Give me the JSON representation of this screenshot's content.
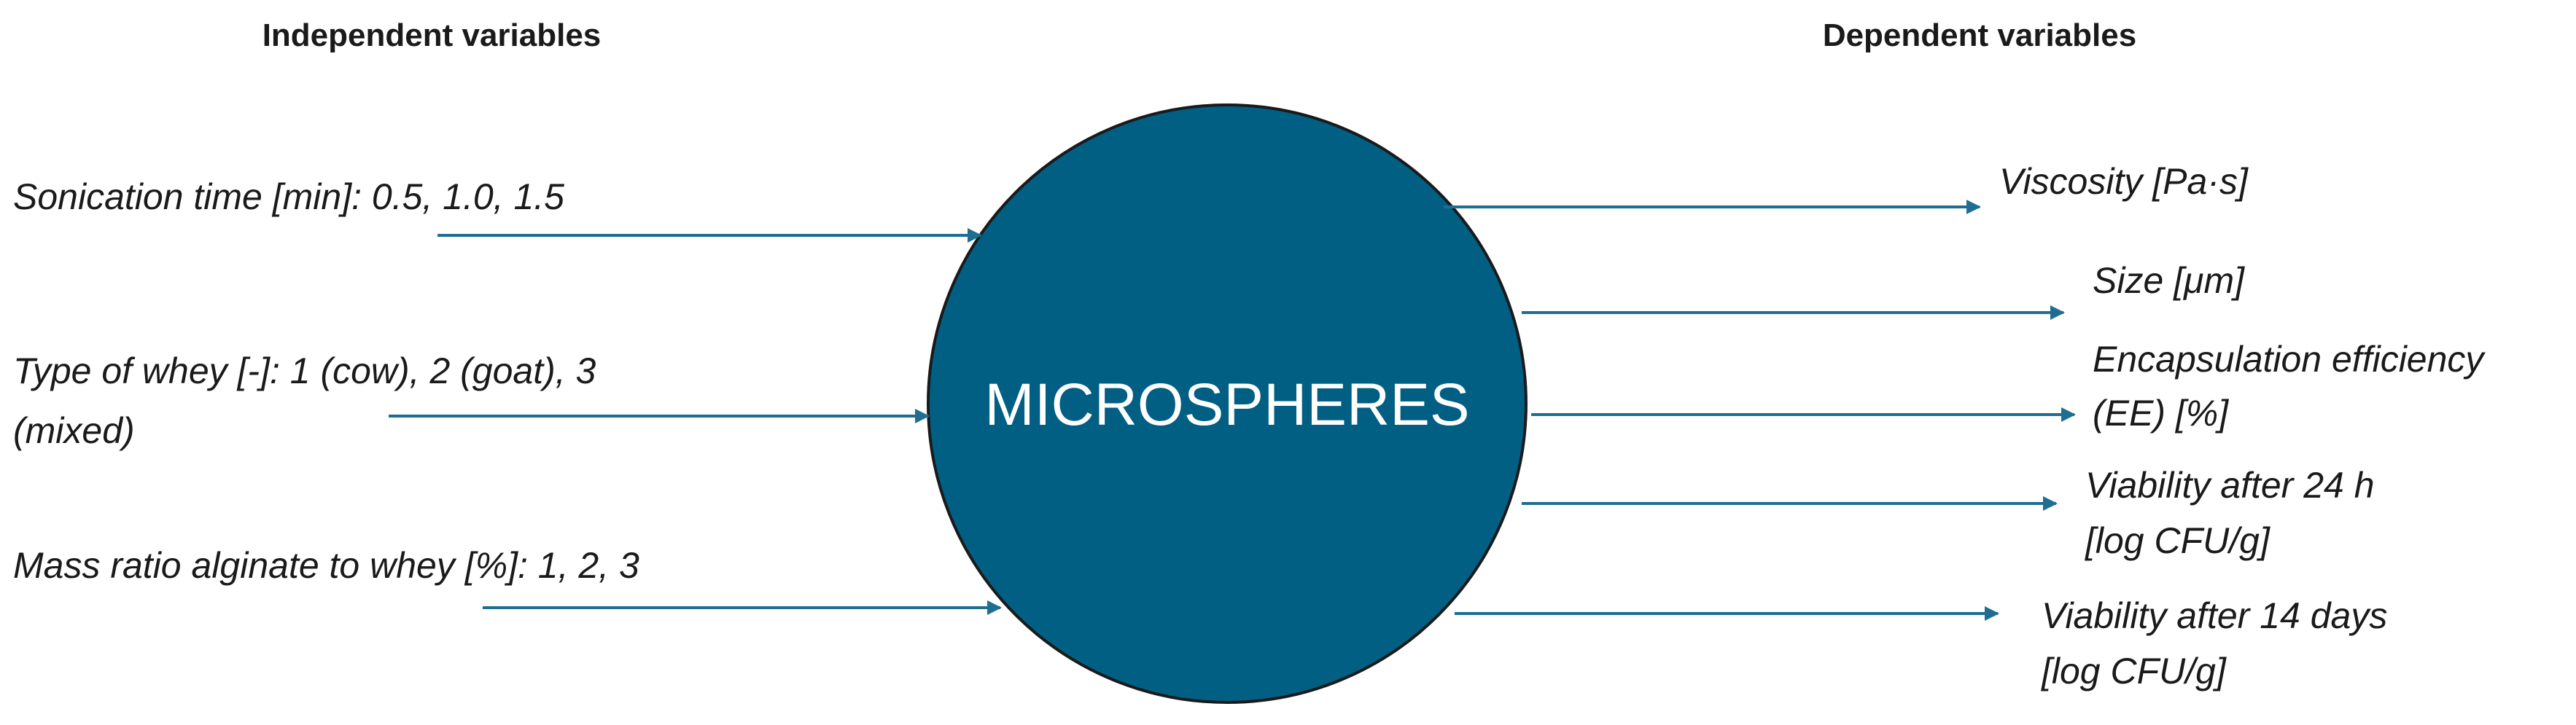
{
  "headings": {
    "independent": "Independent variables",
    "dependent": "Dependent variables"
  },
  "center": {
    "label": "MICROSPHERES",
    "fill_color": "#005f83",
    "stroke_color": "#1a1a1a"
  },
  "arrow_color": "#1f6e91",
  "inputs": [
    {
      "lines": [
        "Sonication time [min]: 0.5, 1.0, 1.5"
      ]
    },
    {
      "lines": [
        "Type of whey [-]: 1 (cow), 2 (goat), 3",
        "(mixed)"
      ]
    },
    {
      "lines": [
        "Mass ratio alginate to whey [%]: 1, 2, 3"
      ]
    }
  ],
  "outputs": [
    {
      "lines": [
        "Viscosity [Pa·s]"
      ]
    },
    {
      "lines": [
        "Size [μm]"
      ]
    },
    {
      "lines": [
        "Encapsulation efficiency",
        "(EE) [%]"
      ]
    },
    {
      "lines": [
        "Viability after 24 h",
        "[log CFU/g]"
      ]
    },
    {
      "lines": [
        "Viability after 14 days",
        "[log CFU/g]"
      ]
    }
  ]
}
